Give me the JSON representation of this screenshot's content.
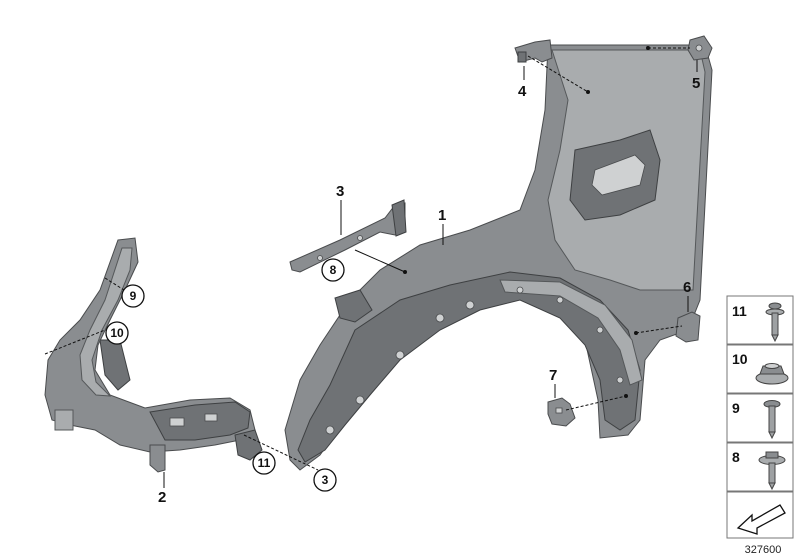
{
  "callouts": {
    "c1": "1",
    "c2": "2",
    "c3a": "3",
    "c3b": "3",
    "c4": "4",
    "c5": "5",
    "c6": "6",
    "c7": "7",
    "c8": "8",
    "c9": "9",
    "c10": "10",
    "c11": "11"
  },
  "legend": {
    "items": [
      {
        "num": "11",
        "icon": "screw-with-washer-icon"
      },
      {
        "num": "10",
        "icon": "nut-icon"
      },
      {
        "num": "9",
        "icon": "screw-icon"
      },
      {
        "num": "8",
        "icon": "flange-screw-icon"
      }
    ],
    "footer_icon": "arrow-icon"
  },
  "reference_number": "327600",
  "colors": {
    "part_dark": "#6f7275",
    "part_mid": "#8a8d90",
    "part_light": "#a9acae",
    "line": "#111111"
  }
}
